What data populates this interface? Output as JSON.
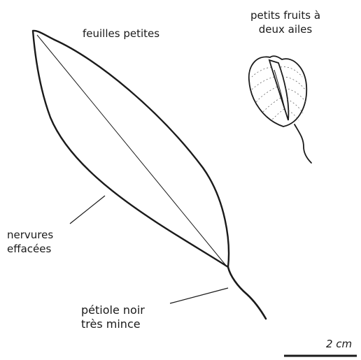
{
  "labels": {
    "leaves": "feuilles petites",
    "fruit_line1": "petits fruits à",
    "fruit_line2": "deux ailes",
    "veins_line1": "nervures",
    "veins_line2": "effacées",
    "petiole_line1": "pétiole noir",
    "petiole_line2": "très mince"
  },
  "scale_bar": {
    "label": "2 cm"
  },
  "colors": {
    "ink": "#1a1a1a",
    "background": "#ffffff"
  }
}
